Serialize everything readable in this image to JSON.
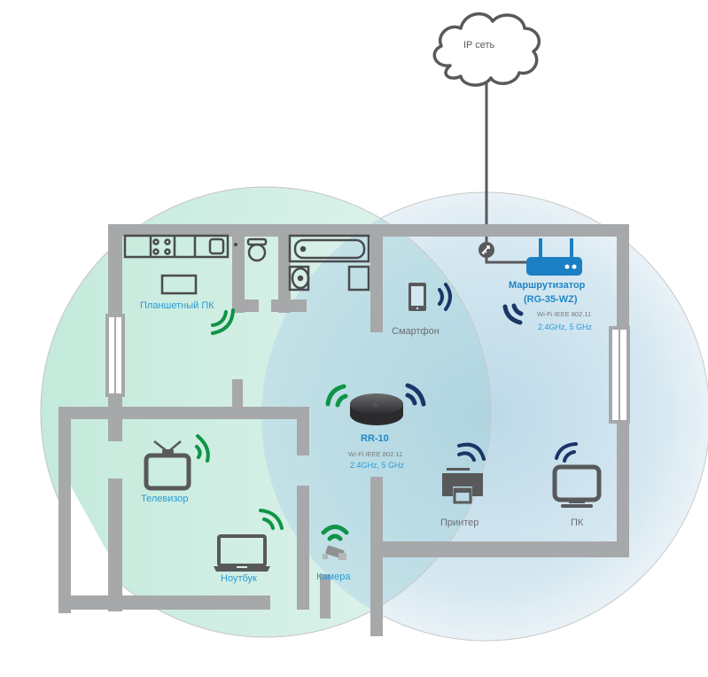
{
  "diagram": {
    "cloud_label": "IP сеть",
    "router": {
      "name": "Маршрутизатор",
      "model": "(RG-35-WZ)",
      "spec": "Wi-Fi IEEE 802.11",
      "freq": "2.4GHz, 5 GHz"
    },
    "repeater": {
      "name": "RR-10",
      "spec": "Wi-Fi IEEE 802.11",
      "freq": "2.4GHz, 5 GHz"
    },
    "devices": {
      "tablet": "Планшетный ПК",
      "smartphone": "Смартфон",
      "tv": "Телевизор",
      "laptop": "Ноутбук",
      "camera": "Камера",
      "printer": "Принтер",
      "pc": "ПК"
    },
    "colors": {
      "wall": "#a7a8aa",
      "green_signal": "#0f9447",
      "navy_signal": "#1b3567",
      "router_blue": "#1b7fc4",
      "zone_green": "#cfeee2",
      "zone_blue": "#cfe3ee"
    }
  }
}
